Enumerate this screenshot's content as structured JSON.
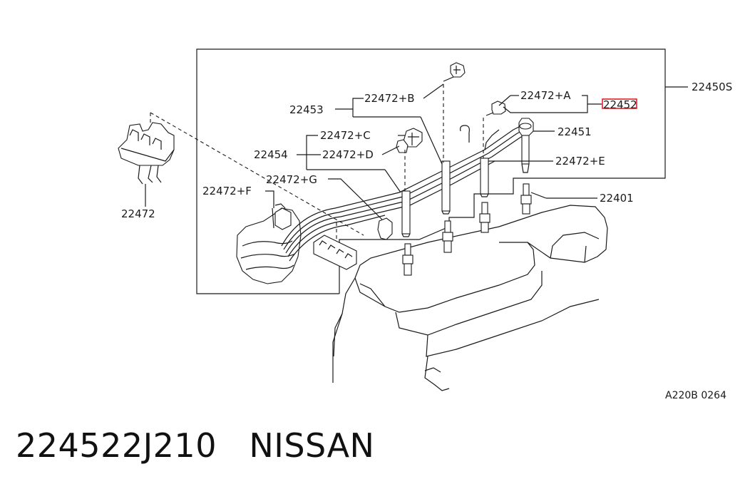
{
  "diagram": {
    "labels": {
      "box_ref": "22450S",
      "cable_set": "22453",
      "cable_highlight": "22452",
      "clamp_a": "22472+A",
      "clamp_b": "22472+B",
      "clamp_c": "22472+C",
      "clamp_d": "22472+D",
      "clamp_e": "22472+E",
      "clamp_f": "22472+F",
      "clamp_g": "22472+G",
      "cable_set_2": "22454",
      "cable_coil": "22451",
      "spark_plug": "22401",
      "clamp_loose": "22472",
      "illustration_code": "A220B 0264"
    },
    "highlight_color": "#e0202a"
  },
  "caption": {
    "part_number": "224522J210",
    "brand": "NISSAN"
  }
}
